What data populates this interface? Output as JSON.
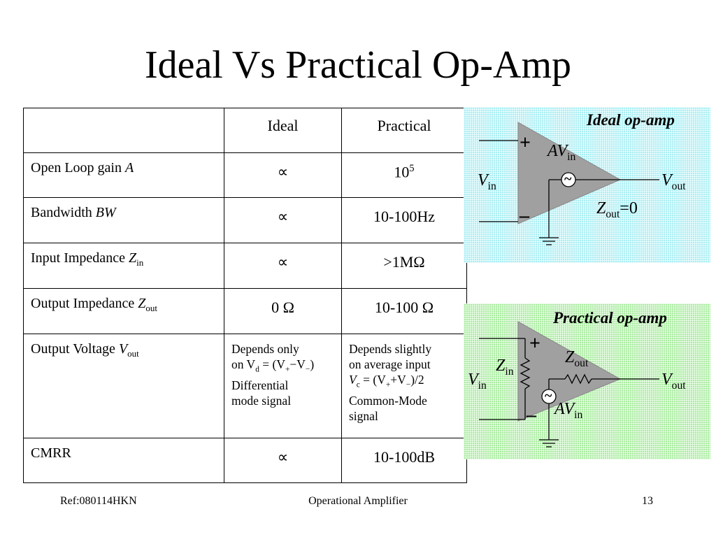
{
  "slide": {
    "title": "Ideal Vs Practical Op-Amp",
    "footer_left": "Ref:080114HKN",
    "footer_center": "Operational Amplifier",
    "footer_right": "13"
  },
  "table": {
    "headers": [
      "",
      "Ideal",
      "Practical"
    ],
    "rows": [
      {
        "label": "Open Loop gain ",
        "symbol": "A",
        "sub": "",
        "ideal": "∝",
        "practical": "10",
        "practical_sup": "5"
      },
      {
        "label": "Bandwidth ",
        "symbol": "BW",
        "sub": "",
        "ideal": "∝",
        "practical": "10-100Hz"
      },
      {
        "label": "Input Impedance ",
        "symbol": "Z",
        "sub": "in",
        "ideal": "∝",
        "practical": ">1MΩ"
      },
      {
        "label": "Output Impedance ",
        "symbol": "Z",
        "sub": "out",
        "ideal": "0 Ω",
        "practical": "10-100 Ω"
      },
      {
        "label": "Output Voltage ",
        "symbol": "V",
        "sub": "out",
        "ideal_lines": [
          "Depends only",
          "on V",
          "d",
          " = (V",
          "+",
          "−V",
          "−",
          ")",
          "Differential",
          "mode signal"
        ],
        "practical_lines": [
          "Depends slightly",
          "on average input",
          "V",
          "c",
          " = (V",
          "+",
          "+V",
          "−",
          ")/2",
          "Common-Mode",
          "signal"
        ]
      },
      {
        "label": "CMRR",
        "symbol": "",
        "sub": "",
        "ideal": "∝",
        "practical": "10-100dB"
      }
    ]
  },
  "ideal_panel": {
    "title": "Ideal op-amp",
    "plus": "+",
    "minus": "–",
    "source": "~",
    "gain_A": "AV",
    "gain_sub": "in",
    "vin": "V",
    "vin_sub": "in",
    "vout": "V",
    "vout_sub": "out",
    "zout": "Z",
    "zout_sub": "out",
    "zout_val": "=0",
    "colors": {
      "background": "#a9eef3",
      "triangle": "#a0a0a0"
    }
  },
  "practical_panel": {
    "title": "Practical op-amp",
    "plus": "+",
    "minus": "–",
    "source": "~",
    "gain_A": "AV",
    "gain_sub": "in",
    "vin": "V",
    "vin_sub": "in",
    "vout": "V",
    "vout_sub": "out",
    "zin": "Z",
    "zin_sub": "in",
    "zout": "Z",
    "zout_sub": "out",
    "colors": {
      "background": "#a8ec9f",
      "triangle": "#a0a0a0"
    }
  }
}
